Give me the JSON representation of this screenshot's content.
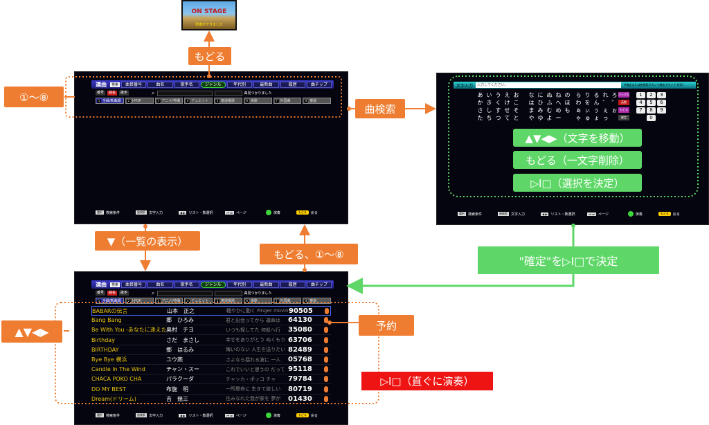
{
  "callouts": {
    "top_back": "もどる",
    "circled_range": "①～⑧",
    "song_search": "曲検索",
    "list_show": "▼（一覧の表示）",
    "back_range": "もどる、①～⑧",
    "confirm": "\"確定\"を▷I□で決定",
    "arrows": "▲▼◀▶",
    "reserve": "予約",
    "play_now": "▷I□（直ぐに演奏）"
  },
  "kb_buttons": {
    "move": "▲▼◀▶（文字を移動）",
    "delete": "もどる（一文字削除）",
    "decide": "▷I□（選択を決定）"
  },
  "thumbnail": {
    "title": "ON STAGE",
    "subtitle": "準備ができました"
  },
  "menu": {
    "logo": "選曲",
    "box": "検索",
    "tabs": [
      "曲目番号",
      "曲名",
      "歌手名",
      "ジャンル",
      "年代別",
      "最新曲",
      "履歴",
      "曲チップ"
    ],
    "active_tab": "ジャンル"
  },
  "searchbar": {
    "btn1": "番号",
    "btn2": "曲名",
    "btn3": "歌手",
    "search_icon": "search-icon",
    "message": "曲見つかりました"
  },
  "categories": [
    {
      "num": "1",
      "label": "全曲/新曲順"
    },
    {
      "num": "2",
      "label": "J-POP"
    },
    {
      "num": "3",
      "label": "アニメ/特撮"
    },
    {
      "num": "4",
      "label": "デュエット"
    },
    {
      "num": "5",
      "label": "童謡唱歌"
    },
    {
      "num": "6",
      "label": "演歌"
    },
    {
      "num": "7",
      "label": "外国曲"
    },
    {
      "num": "8",
      "label": "童謡"
    }
  ],
  "bottombar": {
    "b1_key": "選択",
    "b1": "検索条件",
    "b2_key": "曲検索",
    "b2": "文字入力",
    "b3": "リスト・数選択",
    "b4": "ページ",
    "b5": "演奏",
    "b6_key": "もどる",
    "b6": "戻る"
  },
  "keyboard": {
    "title": "文字入力",
    "placeholder": "入力してください。",
    "hint": "※確定または曲検索ボタンで確定ボタンで 0/10",
    "block1": [
      "あ",
      "い",
      "う",
      "え",
      "お",
      "か",
      "き",
      "く",
      "け",
      "こ",
      "さ",
      "し",
      "す",
      "せ",
      "そ",
      "た",
      "ち",
      "つ",
      "て",
      "と"
    ],
    "block2": [
      "な",
      "に",
      "ぬ",
      "ね",
      "の",
      "は",
      "ひ",
      "ふ",
      "へ",
      "ほ",
      "ま",
      "み",
      "む",
      "め",
      "も",
      "や",
      "ゆ",
      "よ",
      "ー",
      ""
    ],
    "block3": [
      "ら",
      "り",
      "る",
      "れ",
      "ろ",
      "わ",
      "を",
      "ん",
      "゛",
      "゜",
      "ぁ",
      "ぃ",
      "ぅ",
      "ぇ",
      "ぉ",
      "ゃ",
      "ゅ",
      "ょ",
      "っ",
      ""
    ],
    "side": [
      "ひらがな",
      "英数",
      "もどる",
      "確定"
    ],
    "numpad": [
      "1",
      "2",
      "3",
      "4",
      "5",
      "6",
      "7",
      "8",
      "9",
      "0"
    ]
  },
  "songs": [
    {
      "title": "BABARの伝言",
      "artist": "山本　正之",
      "lyric": "軽やかに動く Finger moving",
      "number": "90505"
    },
    {
      "title": "Bang Bang",
      "artist": "郷　ひろみ",
      "lyric": "君と出会ってから 運命は",
      "number": "64130"
    },
    {
      "title": "Be With You -あなたに逢えた",
      "artist": "奥村　チヨ",
      "lyric": "いつも探してた 何処へ行",
      "number": "35080"
    },
    {
      "title": "Birthday",
      "artist": "さだ　まさし",
      "lyric": "幸せをありがとう ぬくもり",
      "number": "63706"
    },
    {
      "title": "BIRTHDAY",
      "artist": "郷　はるみ",
      "lyric": "悔いのない 人生を送りたい",
      "number": "82489"
    },
    {
      "title": "Bye Bye 横浜",
      "artist": "ユウ燕",
      "lyric": "さよなら揺れる波に 一人",
      "number": "05768"
    },
    {
      "title": "Candle In The Wind",
      "artist": "チャン・スー",
      "lyric": "これでいいと思うの だって",
      "number": "95118"
    },
    {
      "title": "CHACA POKO CHA",
      "artist": "パラクーダ",
      "lyric": "チャッカ・ポッコ チャ",
      "number": "79784"
    },
    {
      "title": "DO MY BEST",
      "artist": "布施　明",
      "lyric": "一所懸命に 生きて欲しい",
      "number": "80719"
    },
    {
      "title": "Dream(ドリーム)",
      "artist": "吉　幾三",
      "lyric": "住みなれた我が家を 夢が",
      "number": "01430"
    }
  ]
}
